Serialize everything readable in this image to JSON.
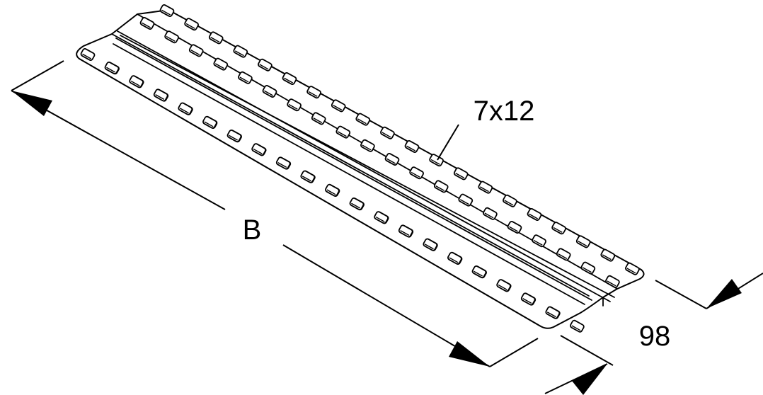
{
  "drawing": {
    "hole_size_label": "7x12",
    "length_label": "B",
    "width_label": "98",
    "colors": {
      "line": "#000000",
      "fill": "#ffffff"
    }
  }
}
